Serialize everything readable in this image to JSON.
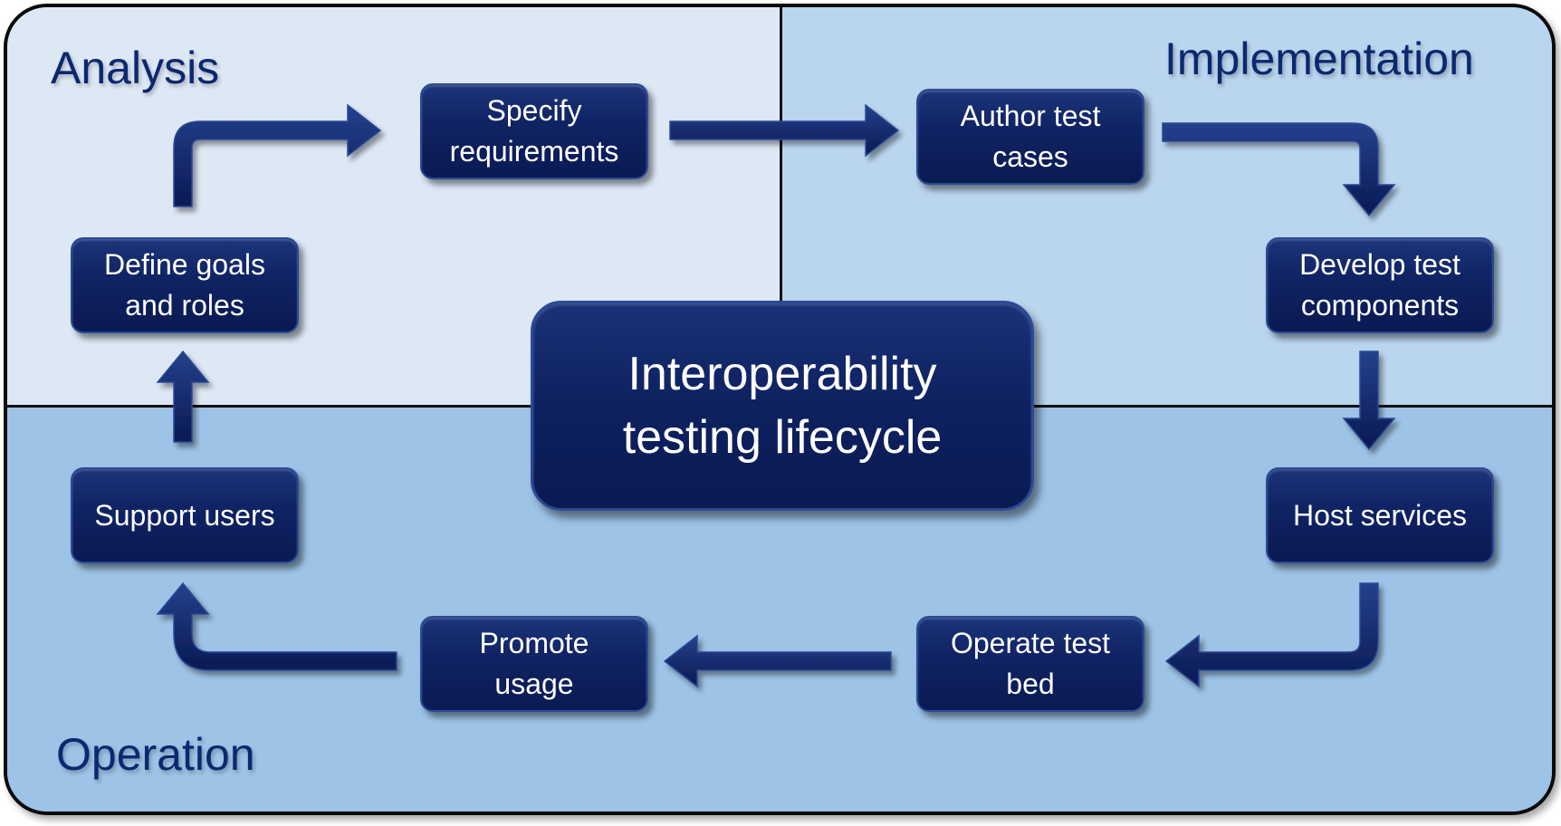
{
  "phases": {
    "analysis": "Analysis",
    "implementation": "Implementation",
    "operation": "Operation"
  },
  "center": "Interoperability\ntesting lifecycle",
  "steps": {
    "specify_requirements": "Specify\nrequirements",
    "author_test_cases": "Author test\ncases",
    "develop_test_components": "Develop test\ncomponents",
    "host_services": "Host services",
    "operate_test_bed": "Operate test\nbed",
    "promote_usage": "Promote\nusage",
    "support_users": "Support users",
    "define_goals_and_roles": "Define goals\nand roles"
  },
  "colors": {
    "analysis_bg": "#dde8f5",
    "implementation_bg": "#bad5ee",
    "operation_bg": "#9dc3e6",
    "box_fill": "#0f2262",
    "phase_text": "#0b2870"
  }
}
